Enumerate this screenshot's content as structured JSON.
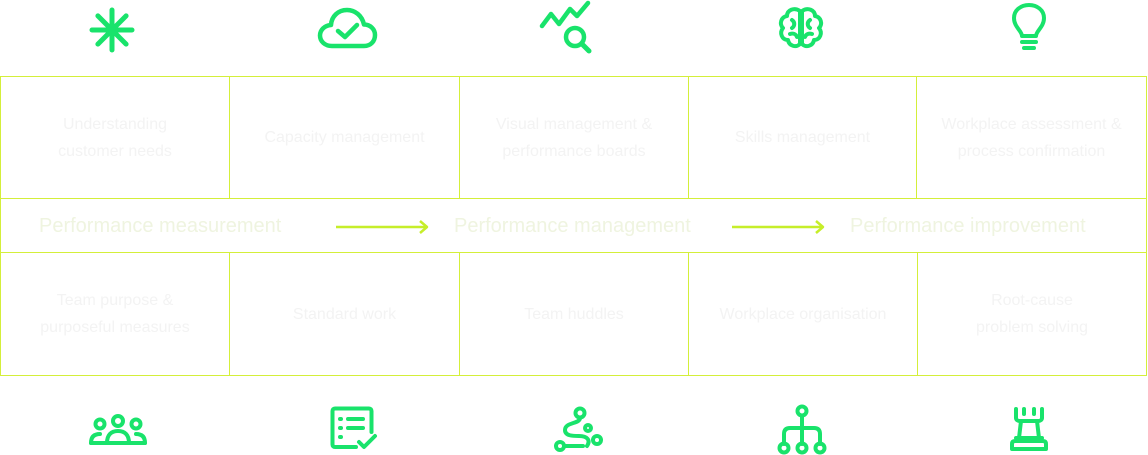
{
  "colors": {
    "icon_green": "#19e36b",
    "border_lime": "#d4ef3a",
    "text_faint": "#f3f3f3",
    "arrow_lime": "#c6ee2a"
  },
  "top_icons": [
    {
      "name": "asterisk-icon"
    },
    {
      "name": "cloud-check-icon"
    },
    {
      "name": "trend-search-icon"
    },
    {
      "name": "brain-icon"
    },
    {
      "name": "lightbulb-icon"
    }
  ],
  "top_cells": [
    {
      "text": "Understanding\ncustomer needs"
    },
    {
      "text": "Capacity management"
    },
    {
      "text": "Visual management &\nperformance boards"
    },
    {
      "text": "Skills management"
    },
    {
      "text": "Workplace assessment &\nprocess confirmation"
    }
  ],
  "stages": [
    {
      "label": "Performance measurement"
    },
    {
      "label": "Performance management"
    },
    {
      "label": "Performance improvement"
    }
  ],
  "bottom_cells": [
    {
      "text": "Team purpose &\npurposeful measures"
    },
    {
      "text": "Standard work"
    },
    {
      "text": "Team huddles"
    },
    {
      "text": "Workplace organisation"
    },
    {
      "text": "Root-cause\nproblem solving"
    }
  ],
  "bottom_icons": [
    {
      "name": "team-group-icon"
    },
    {
      "name": "checklist-icon"
    },
    {
      "name": "route-path-icon"
    },
    {
      "name": "hierarchy-icon"
    },
    {
      "name": "chess-rook-icon"
    }
  ]
}
